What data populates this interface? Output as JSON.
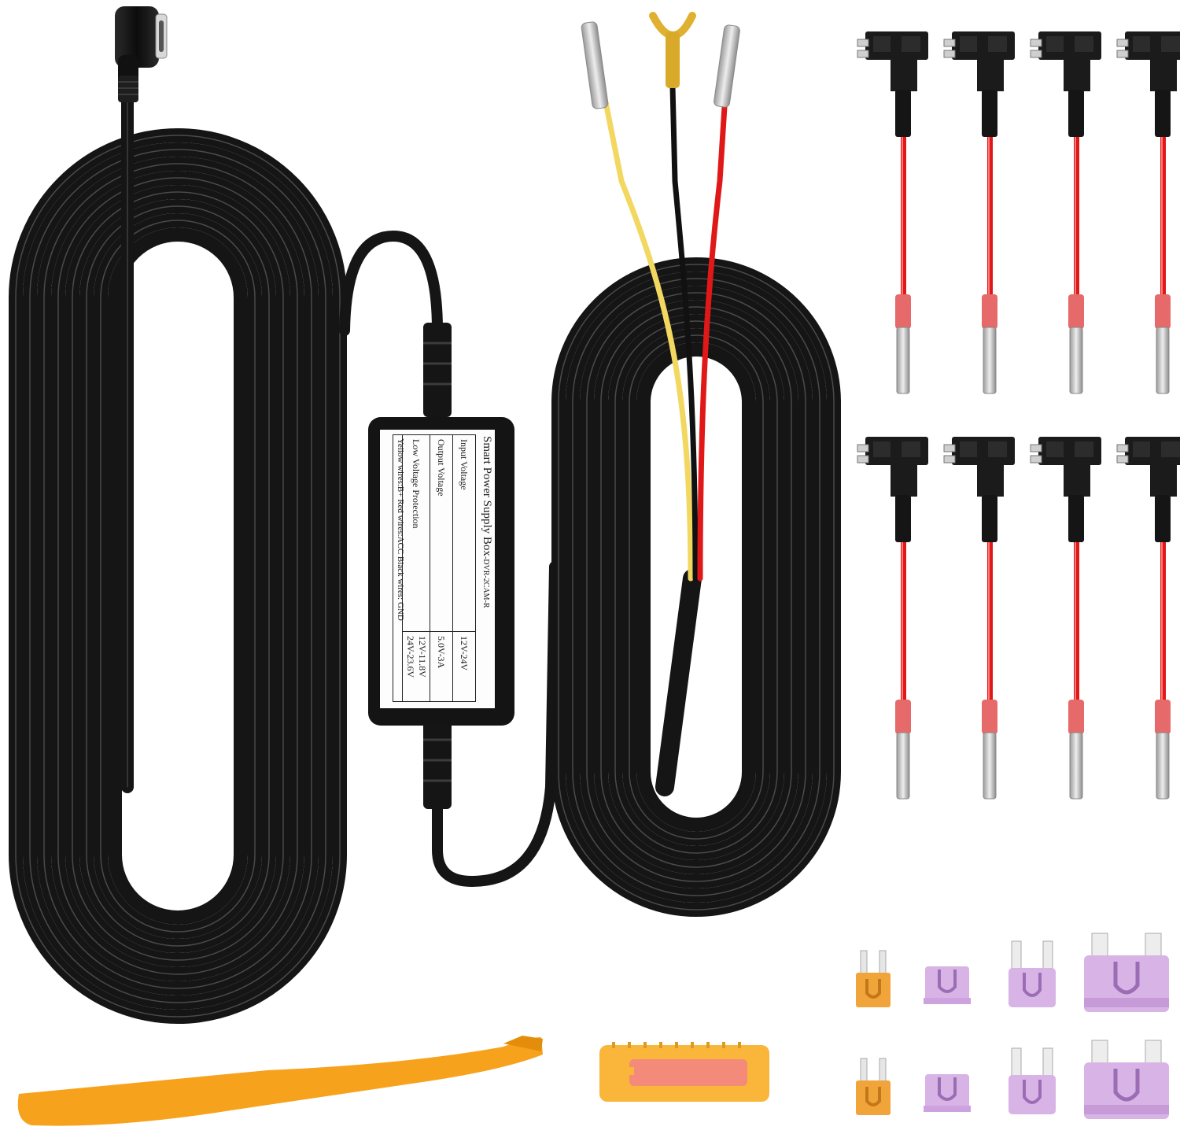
{
  "power_box": {
    "title": "Smart Power Supply Box",
    "model": "-DVR-2CAM-R",
    "rows": [
      {
        "label": "Input Voltage",
        "value": "12V-24V"
      },
      {
        "label": "Output Voltage",
        "value": "5.0V-3A"
      },
      {
        "label": "Low Voltage Protection",
        "value": "12V-11.8V 24V-23.6V"
      }
    ],
    "footer": "Yellow wires:B+ Red wires:ACC Black wires: GND"
  },
  "colors": {
    "cable": "#151515",
    "cable_highlight": "#4a4a4a",
    "wire_yellow": "#f2d860",
    "wire_red": "#e01818",
    "wire_black": "#111111",
    "fuse_orange": "#f0a43a",
    "fuse_purple": "#d7b3e6",
    "pry_tool": "#f7a21c",
    "puller": "#f9b63a",
    "terminal": "#c9c9c9"
  },
  "icons": {
    "connector": "usb-c-right-angle-plug-icon",
    "taps": "add-a-circuit-fuse-tap-icon",
    "fuses": "blade-fuse-icon"
  }
}
